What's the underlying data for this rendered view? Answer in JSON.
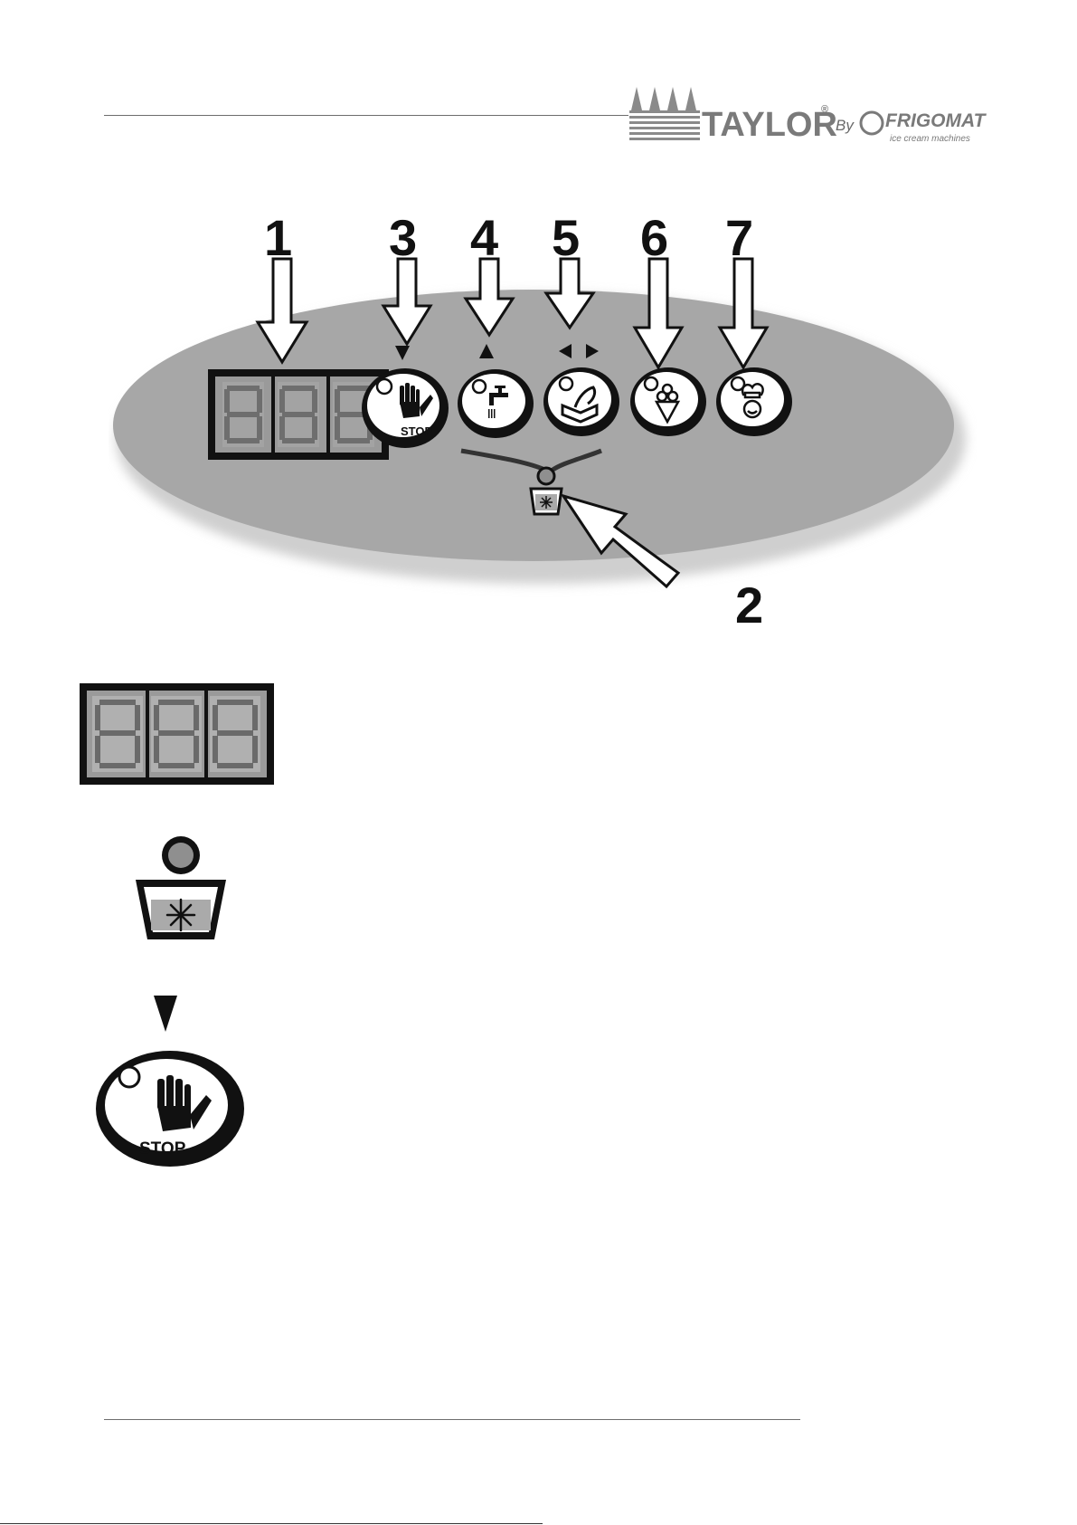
{
  "header": {
    "logo": {
      "brand": "TAYLOR",
      "registered": "®",
      "by": "By",
      "partner": "FRIGOMAT",
      "tagline": "ice cream machines"
    }
  },
  "panel_figure": {
    "callouts": [
      "1",
      "2",
      "3",
      "4",
      "5",
      "6",
      "7"
    ],
    "buttons": [
      {
        "icon": "stop-hand-icon",
        "label": "STOP"
      },
      {
        "icon": "water-tap-icon"
      },
      {
        "icon": "washing-hand-icon"
      },
      {
        "icon": "ice-cream-cone-icon"
      },
      {
        "icon": "chef-icon"
      }
    ],
    "indicator_icon": "snowflake-tub-icon"
  },
  "detail_figures": {
    "stop_label": "STOP",
    "display_icon": "seven-segment-display-icon",
    "cooling_icon": "snowflake-tub-icon",
    "stop_icon": "stop-hand-icon"
  }
}
